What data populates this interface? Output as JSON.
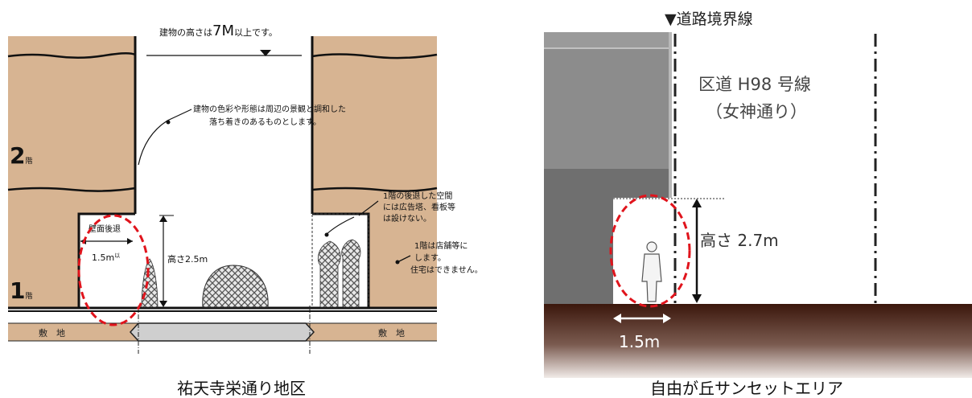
{
  "left_figure": {
    "caption": "祐天寺栄通り地区",
    "top_note_prefix": "建物の高さは",
    "top_note_value": "7M",
    "top_note_suffix": "以上です。",
    "floor_2": "2",
    "floor_1": "1",
    "floor_unit": "階",
    "callout_color_form": [
      "建物の色彩や形態は周辺の景観と調和した",
      "落ち着きのあるものとします。"
    ],
    "setback_label": "壁面後退",
    "setback_value": "1.5m",
    "setback_suffix": "以",
    "height_label": "高さ2.5m",
    "callout_space": [
      "1階の後退した空間",
      "には広告塔、看板等",
      "は設けない。"
    ],
    "callout_store": [
      "1階は店舗等に",
      "します。",
      "住宅はできません。"
    ],
    "site_left": "敷　地",
    "site_right": "敷　地"
  },
  "right_figure": {
    "caption": "自由が丘サンセットエリア",
    "boundary_label": "▼道路境界線",
    "road_name": "区道 H98 号線",
    "road_alias": "（女神通り）",
    "height_label": "高さ 2.7m",
    "width_label": "1.5m"
  },
  "colors": {
    "wall_tan": "#d7b492",
    "highlight_red": "#e0141c",
    "road_brown": "#3d1a0e",
    "building_dark": "#6c6c6c",
    "building_mid": "#8e8e8e",
    "building_light": "#b0b0b0"
  }
}
